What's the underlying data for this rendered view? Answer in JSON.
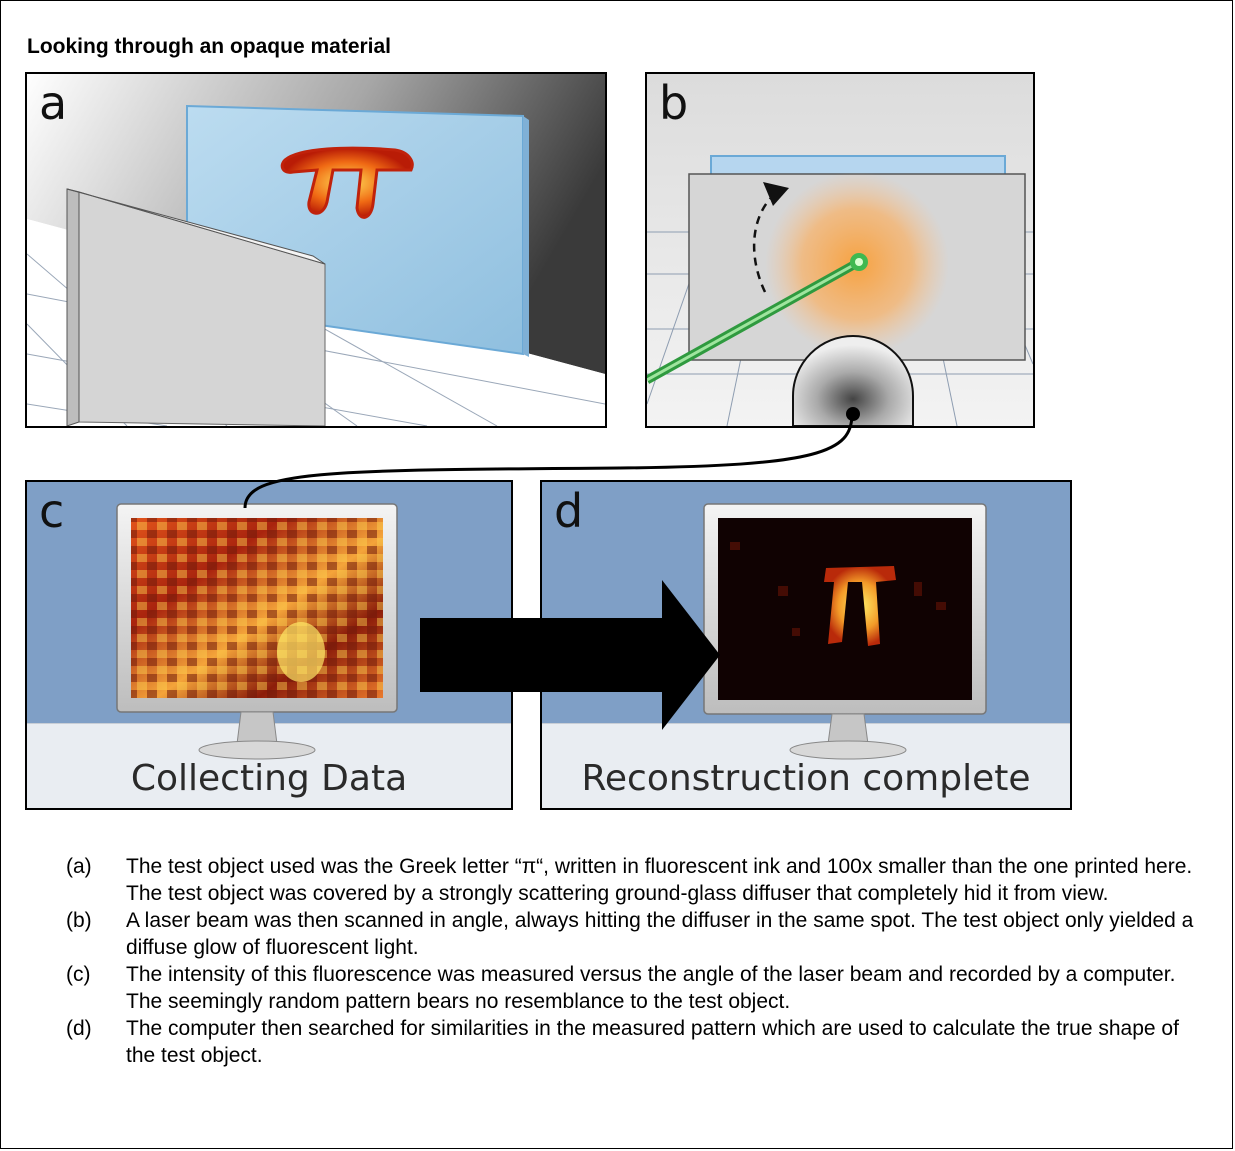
{
  "title": "Looking through an opaque material",
  "panels": {
    "a": {
      "label": "a"
    },
    "b": {
      "label": "b"
    },
    "c": {
      "label": "c",
      "caption": "Collecting Data"
    },
    "d": {
      "label": "d",
      "caption": "Reconstruction complete"
    }
  },
  "colors": {
    "monitor_bg": "#7f9fc6",
    "floor": "#e9edf2",
    "glass": "#a9d1ec",
    "laser": "#3fb950",
    "glow": "#f5a340",
    "pi_hot": "#ffe040"
  },
  "captions": [
    {
      "marker": "(a)",
      "text": "The test object used was the Greek letter “π“, written in fluorescent ink and 100x smaller than the one printed here. The test object was covered by a strongly scattering ground-glass diffuser that completely hid it from view."
    },
    {
      "marker": "(b)",
      "text": "A laser beam was then scanned in angle, always hitting the diffuser in the same spot. The test object only yielded a diffuse glow of fluorescent light."
    },
    {
      "marker": "(c)",
      "text": "The intensity of this fluorescence was measured versus the angle of the laser beam and recorded by a computer. The seemingly random pattern bears no resemblance to the test object."
    },
    {
      "marker": "(d)",
      "text": "The computer then searched for similarities in the measured pattern which are used to calculate the true shape of the test object."
    }
  ]
}
